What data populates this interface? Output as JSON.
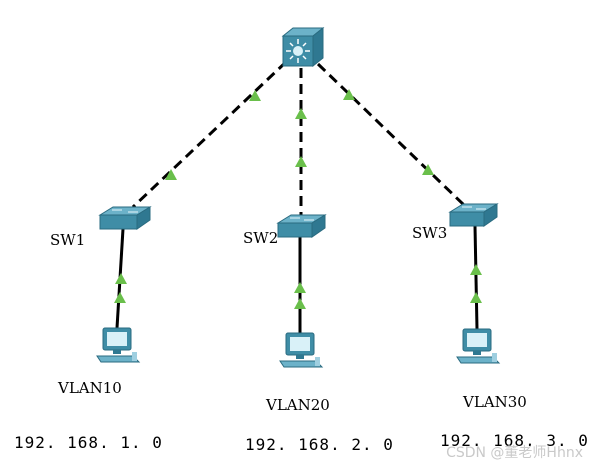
{
  "switches": [
    {
      "label": "SW1"
    },
    {
      "label": "SW2"
    },
    {
      "label": "SW3"
    }
  ],
  "pcs": [
    {
      "vlan": "VLAN10",
      "subnet": "192. 168. 1. 0"
    },
    {
      "vlan": "VLAN20",
      "subnet": "192. 168. 2. 0"
    },
    {
      "vlan": "VLAN30",
      "subnet": "192. 168. 3. 0"
    }
  ],
  "watermark": "CSDN @董老师Hhnx",
  "colors": {
    "device": "#3f8da6",
    "device_top": "#6cb2c9",
    "link_up": "#6abf4b",
    "trunk_line": "#000000"
  },
  "icons": {
    "core": "multilayer-switch-icon",
    "access": "switch-icon",
    "host": "pc-icon"
  }
}
